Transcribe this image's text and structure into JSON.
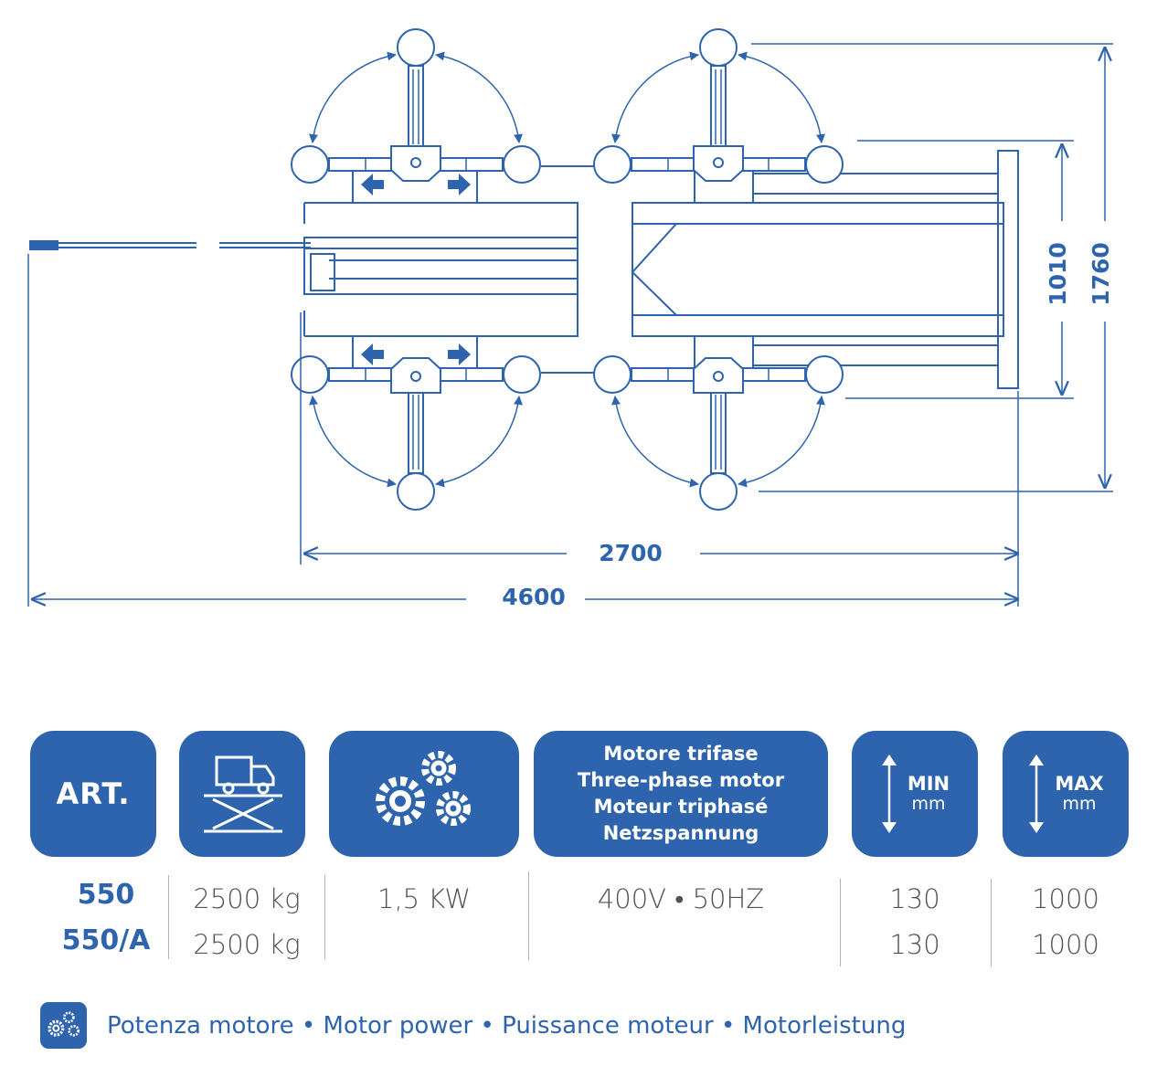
{
  "drawing": {
    "dimensions": {
      "overall_length": "4600",
      "column_width": "2700",
      "outer_height": "1760",
      "inner_height": "1010"
    },
    "colors": {
      "line": "#2e64ad",
      "fill": "#ffffff"
    }
  },
  "spec_table": {
    "headers": {
      "art": "ART.",
      "capacity_icon": "truck-on-scissor-lift-icon",
      "power_icon": "gears-icon",
      "motor_lines": [
        "Motore trifase",
        "Three-phase motor",
        "Moteur triphasé",
        "Netzspannung"
      ],
      "min_label": "MIN",
      "min_unit": "mm",
      "max_label": "MAX",
      "max_unit": "mm"
    },
    "rows": [
      {
        "art": "550",
        "capacity": "2500 kg",
        "power": "1,5 KW",
        "supply": "400V • 50HZ",
        "min": "130",
        "max": "1000"
      },
      {
        "art": "550/A",
        "capacity": "2500 kg",
        "power": "",
        "supply": "",
        "min": "130",
        "max": "1000"
      }
    ],
    "accent_color": "#2e64ad",
    "text_color": "#505254"
  },
  "legend": {
    "icon": "gears-icon",
    "text": "Potenza motore • Motor power • Puissance moteur • Motorleistung"
  }
}
